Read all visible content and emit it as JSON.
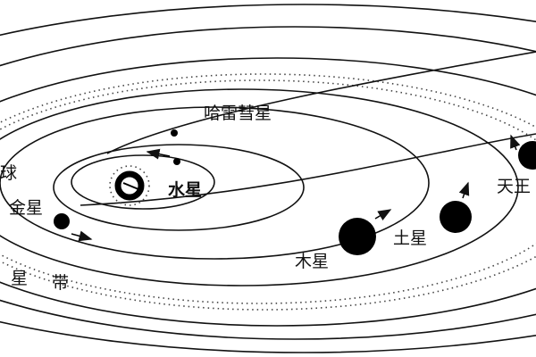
{
  "labels": {
    "halley": "哈雷彗星",
    "earth": "球",
    "venus": "金星",
    "mercury": "水星",
    "jupiter": "木星",
    "saturn": "土星",
    "uranus": "天王",
    "belt_1": "星",
    "belt_2": "带"
  }
}
